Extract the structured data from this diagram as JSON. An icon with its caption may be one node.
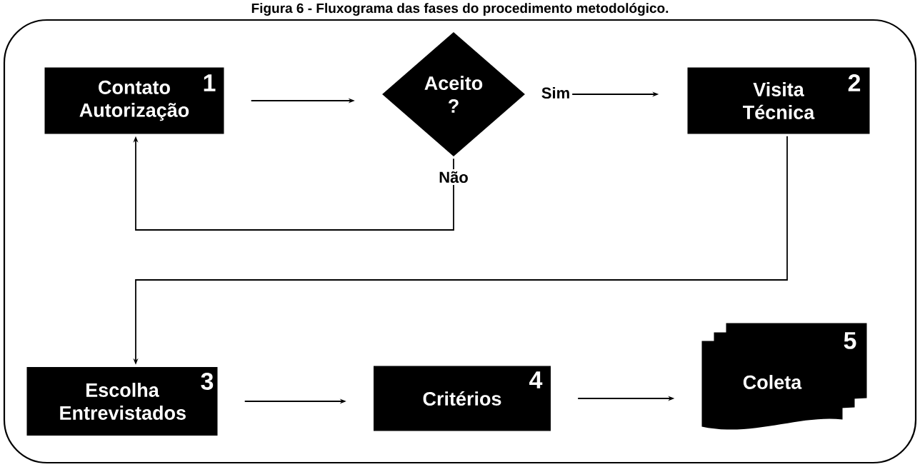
{
  "diagram": {
    "title": "Figura 6 - Fluxograma das fases do procedimento metodológico.",
    "nodes": [
      {
        "text": [
          "Contato Autorização",
          "1"
        ]
      },
      {
        "text": [
          "Aceito ?"
        ]
      },
      {
        "text": [
          "Visita Técnica",
          "2"
        ]
      },
      {
        "text": [
          "Escolha Entrevistados",
          "3"
        ]
      },
      {
        "text": [
          "Critérios",
          "4"
        ]
      },
      {
        "text": [
          "Coleta",
          "5"
        ]
      }
    ],
    "edges": [
      {
        "from": 0,
        "to": 1,
        "arrow": "to"
      },
      {
        "from": 1,
        "to": 2,
        "arrow": "to",
        "label": "Sim"
      },
      {
        "from": 1,
        "to": 0,
        "arrow": "to",
        "label": "Não"
      },
      {
        "from": 2,
        "to": 3,
        "arrow": "to"
      },
      {
        "from": 3,
        "to": 4,
        "arrow": "to"
      },
      {
        "from": 4,
        "to": 5,
        "arrow": "to"
      }
    ]
  }
}
